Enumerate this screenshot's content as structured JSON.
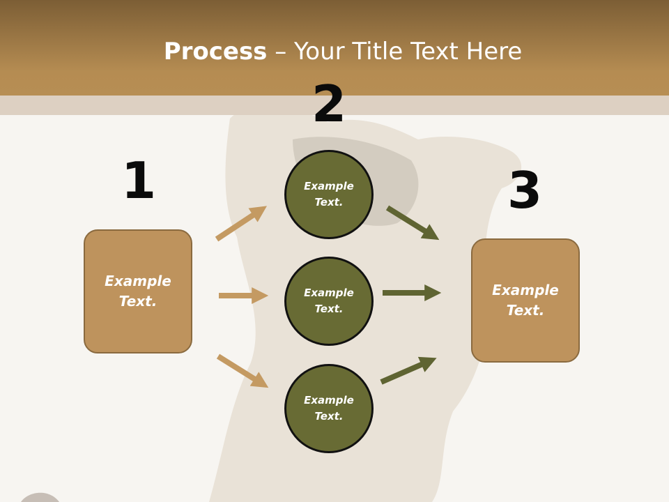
{
  "slide": {
    "title_bold": "Process",
    "title_rest": " – Your Title Text Here",
    "numbers": [
      "1",
      "2",
      "3"
    ],
    "left_box_text": "Example Text.",
    "right_box_text": "Example Text.",
    "circles": [
      "Example Text.",
      "Example Text.",
      "Example Text."
    ]
  },
  "colors": {
    "header_brown": "#b58c52",
    "box_fill": "#be935d",
    "circle_fill": "#686b34",
    "arrow_tan": "#c49a62",
    "arrow_olive": "#5f6432"
  }
}
